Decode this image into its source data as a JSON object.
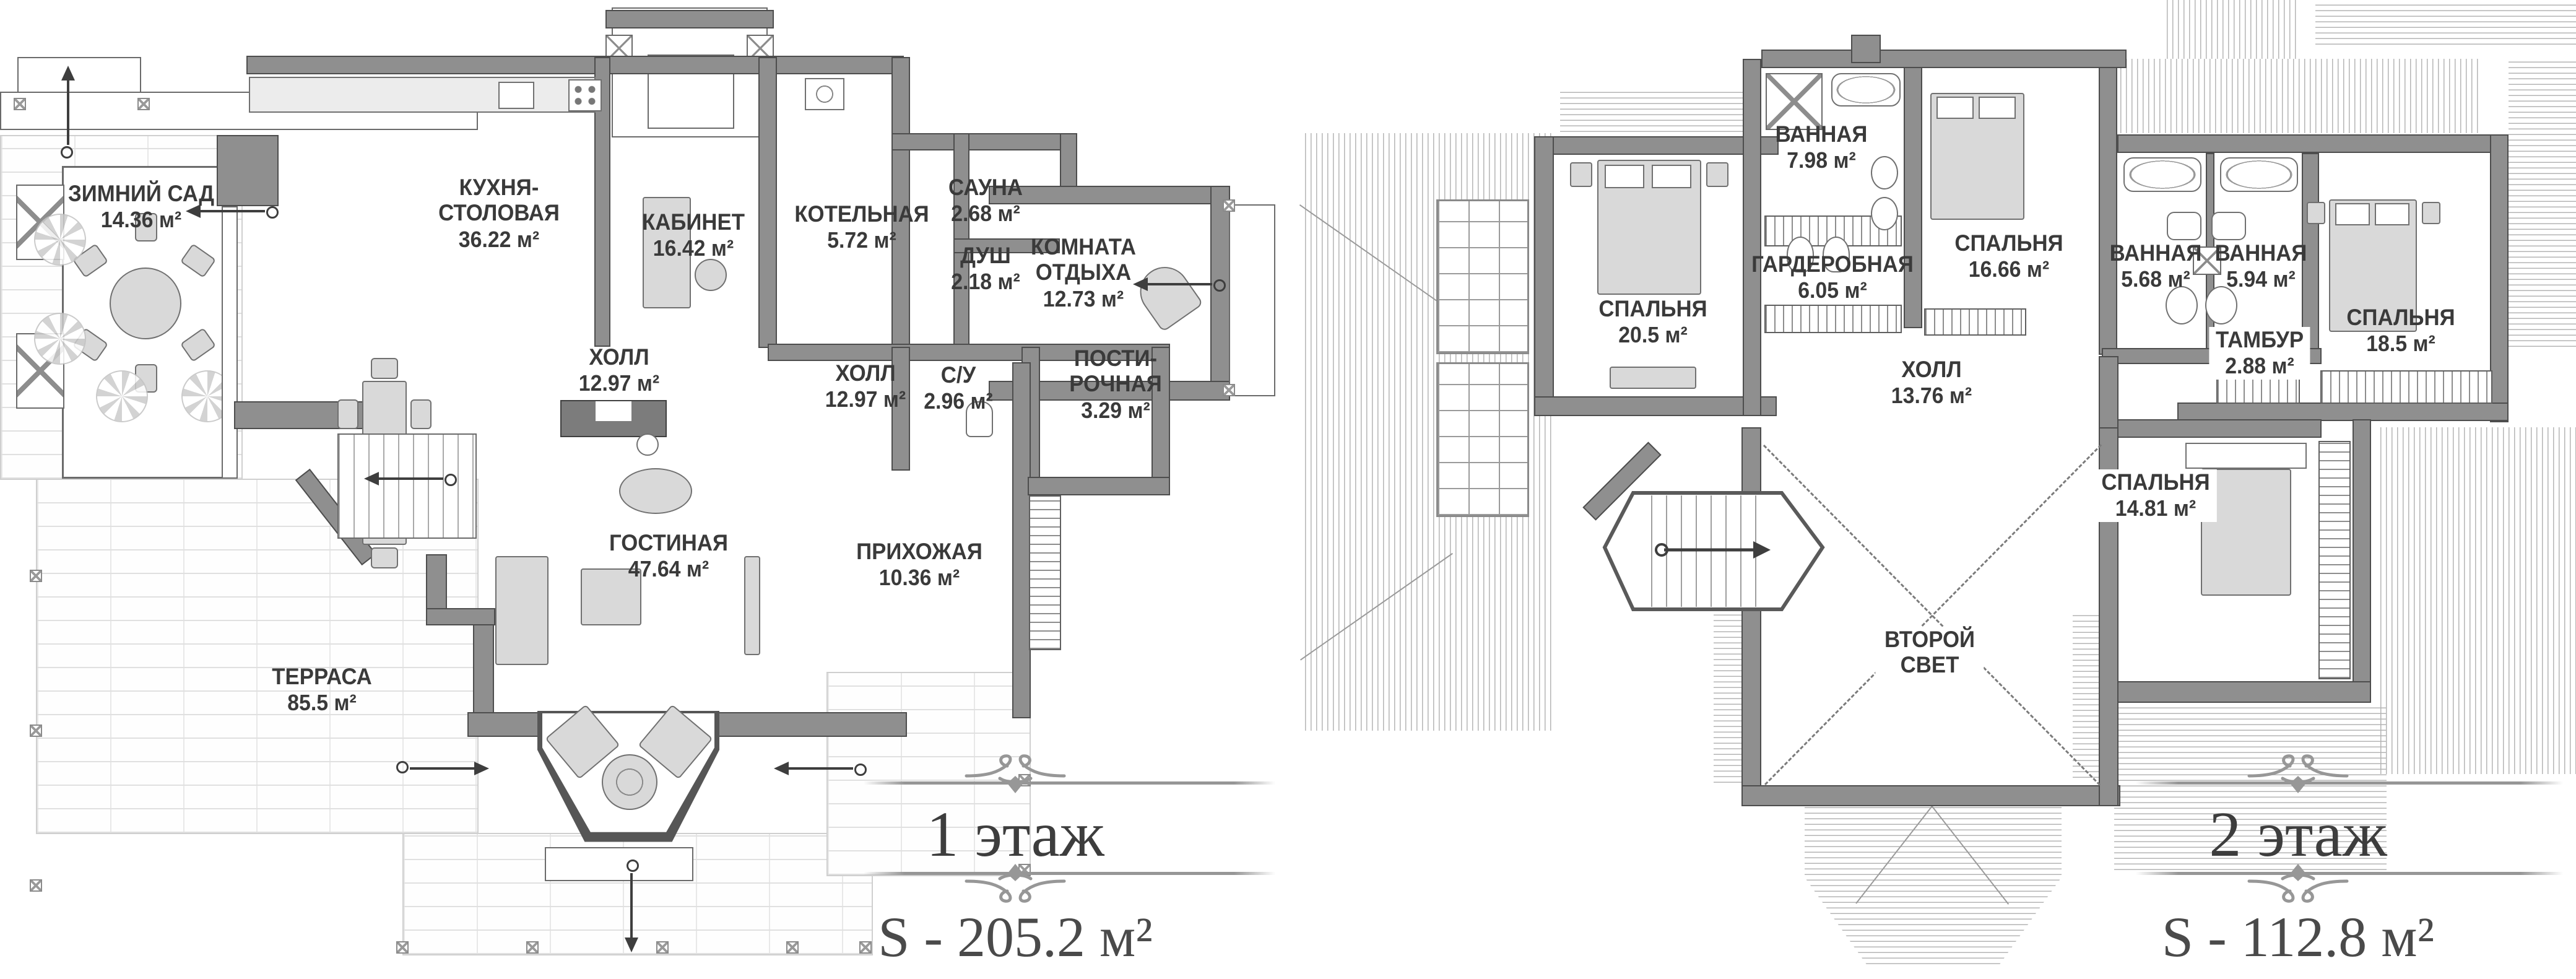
{
  "plan1": {
    "caption": "1 этаж",
    "total_area": "S - 205.2 м²",
    "rooms": [
      {
        "name": "ЗИМНИЙ САД",
        "area": "14.36 м²"
      },
      {
        "name": "КУХНЯ-\nСТОЛОВАЯ",
        "area": "36.22 м²"
      },
      {
        "name": "КАБИНЕТ",
        "area": "16.42 м²"
      },
      {
        "name": "КОТЕЛЬНАЯ",
        "area": "5.72 м²"
      },
      {
        "name": "САУНА",
        "area": "2.68 м²"
      },
      {
        "name": "ДУШ",
        "area": "2.18 м²"
      },
      {
        "name": "КОМНАТА\nОТДЫХА",
        "area": "12.73 м²"
      },
      {
        "name": "ХОЛЛ",
        "area": "12.97 м²"
      },
      {
        "name": "ХОЛЛ",
        "area": "12.97 м²"
      },
      {
        "name": "С/У",
        "area": "2.96 м²"
      },
      {
        "name": "ПОСТИ-\nРОЧНАЯ",
        "area": "3.29 м²"
      },
      {
        "name": "ГОСТИНАЯ",
        "area": "47.64 м²"
      },
      {
        "name": "ПРИХОЖАЯ",
        "area": "10.36 м²"
      },
      {
        "name": "ТЕРРАСА",
        "area": "85.5 м²"
      }
    ]
  },
  "plan2": {
    "caption": "2 этаж",
    "total_area": "S - 112.8 м²",
    "rooms": [
      {
        "name": "СПАЛЬНЯ",
        "area": "20.5 м²"
      },
      {
        "name": "ВАННАЯ",
        "area": "7.98 м²"
      },
      {
        "name": "ГАРДЕРОБНАЯ",
        "area": "6.05 м²"
      },
      {
        "name": "СПАЛЬНЯ",
        "area": "16.66 м²"
      },
      {
        "name": "ВАННАЯ",
        "area": "5.68 м²"
      },
      {
        "name": "ВАННАЯ",
        "area": "5.94 м²"
      },
      {
        "name": "СПАЛЬНЯ",
        "area": "18.5 м²"
      },
      {
        "name": "ТАМБУР",
        "area": "2.88 м²"
      },
      {
        "name": "ХОЛЛ",
        "area": "13.76 м²"
      },
      {
        "name": "СПАЛЬНЯ",
        "area": "14.81 м²"
      },
      {
        "name": "ВТОРОЙ\nСВЕТ",
        "area": ""
      }
    ]
  },
  "colors": {
    "wall": "#8f8f8f",
    "wall_outline": "#4d4d4d",
    "caption_gray": "#969696",
    "label_text": "#3a3a3a"
  }
}
